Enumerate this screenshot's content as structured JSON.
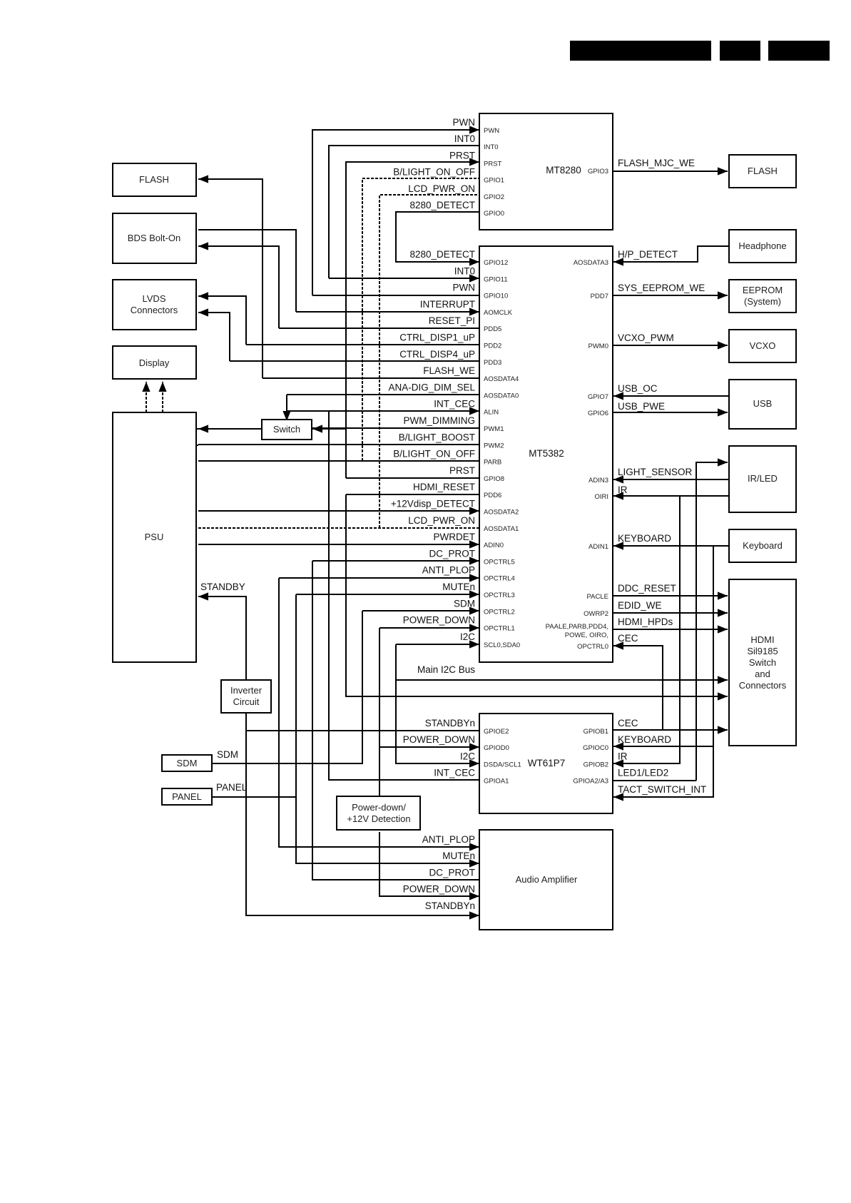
{
  "header": {
    "redacted_bars": 3
  },
  "blocks": {
    "flash_left": "FLASH",
    "bds": "BDS Bolt-On",
    "lvds_1": "LVDS",
    "lvds_2": "Connectors",
    "display": "Display",
    "psu": "PSU",
    "switch": "Switch",
    "inverter_1": "Inverter",
    "inverter_2": "Circuit",
    "sdm": "SDM",
    "panel": "PANEL",
    "powerdown_1": "Power-down/",
    "powerdown_2": "+12V Detection",
    "audio_amp": "Audio Amplifier",
    "flash_right": "FLASH",
    "headphone": "Headphone",
    "eeprom_1": "EEPROM",
    "eeprom_2": "(System)",
    "vcxo": "VCXO",
    "usb": "USB",
    "irled": "IR/LED",
    "keyboard": "Keyboard",
    "hdmi_1": "HDMI",
    "hdmi_2": "Sil9185",
    "hdmi_3": "Switch",
    "hdmi_4": "and",
    "hdmi_5": "Connectors"
  },
  "chips": {
    "mt8280": {
      "name": "MT8280",
      "left_pins": [
        "PWN",
        "INT0",
        "PRST",
        "GPIO1",
        "GPIO2",
        "GPIO0"
      ],
      "left_signals": [
        "PWN",
        "INT0",
        "PRST",
        "B/LIGHT_ON_OFF",
        "LCD_PWR_ON",
        "8280_DETECT"
      ],
      "right_pin": "GPIO3",
      "right_signal": "FLASH_MJC_WE"
    },
    "mt5382": {
      "name": "MT5382",
      "left_pins": [
        "GPIO12",
        "GPIO11",
        "GPIO10",
        "AOMCLK",
        "PDD5",
        "PDD2",
        "PDD3",
        "AOSDATA4",
        "AOSDATA0",
        "ALIN",
        "PWM1",
        "PWM2",
        "PARB",
        "GPIO8",
        "PDD6",
        "AOSDATA2",
        "AOSDATA1",
        "ADIN0",
        "OPCTRL5",
        "OPCTRL4",
        "OPCTRL3",
        "OPCTRL2",
        "OPCTRL1",
        "SCL0,SDA0"
      ],
      "left_signals": [
        "8280_DETECT",
        "INT0",
        "PWN",
        "INTERRUPT",
        "RESET_PI",
        "CTRL_DISP1_uP",
        "CTRL_DISP4_uP",
        "FLASH_WE",
        "ANA-DIG_DIM_SEL",
        "INT_CEC",
        "PWM_DIMMING",
        "B/LIGHT_BOOST",
        "B/LIGHT_ON_OFF",
        "PRST",
        "HDMI_RESET",
        "+12Vdisp_DETECT",
        "LCD_PWR_ON",
        "PWRDET",
        "DC_PROT",
        "ANTI_PLOP",
        "MUTEn",
        "SDM",
        "POWER_DOWN",
        "I2C"
      ],
      "right_pins": [
        "AOSDATA3",
        "PDD7",
        "PWM0",
        "GPIO7",
        "GPIO6",
        "ADIN3",
        "OIRI",
        "ADIN1",
        "PACLE",
        "OWRP2",
        "PAALE,PARB,PDD4,",
        "POWE, OIRO,",
        "OPCTRL0"
      ],
      "right_signals": [
        "H/P_DETECT",
        "SYS_EEPROM_WE",
        "VCXO_PWM",
        "USB_OC",
        "USB_PWE",
        "LIGHT_SENSOR",
        "IR",
        "KEYBOARD",
        "DDC_RESET",
        "EDID_WE",
        "HDMI_HPDs",
        "CEC"
      ]
    },
    "wt61p7": {
      "name": "WT61P7",
      "left_pins": [
        "GPIOE2",
        "GPIOD0",
        "DSDA/SCL1",
        "GPIOA1"
      ],
      "left_signals": [
        "STANDBYn",
        "POWER_DOWN",
        "I2C",
        "INT_CEC"
      ],
      "right_pins": [
        "GPIOB1",
        "GPIOC0",
        "GPIOB2",
        "GPIOA2/A3"
      ],
      "right_signals": [
        "CEC",
        "KEYBOARD",
        "IR",
        "LED1/LED2",
        "TACT_SWITCH_INT"
      ]
    }
  },
  "bus_labels": {
    "main_i2c": "Main I2C Bus",
    "standby": "STANDBY",
    "sdm": "SDM",
    "panel": "PANEL"
  },
  "audio_signals": [
    "ANTI_PLOP",
    "MUTEn",
    "DC_PROT",
    "POWER_DOWN",
    "STANDBYn"
  ]
}
